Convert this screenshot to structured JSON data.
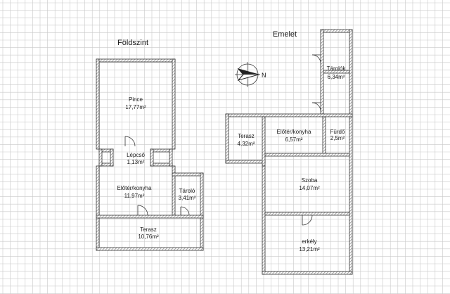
{
  "floors": {
    "ground": {
      "title": "Földszint",
      "rooms": [
        {
          "name": "Pince",
          "area": "17,77m²"
        },
        {
          "name": "Lépcső",
          "area": "1,13m²"
        },
        {
          "name": "Előtér/konyha",
          "area": "11,97m²"
        },
        {
          "name": "Tároló",
          "area": "3,41m²"
        },
        {
          "name": "Terasz",
          "area": "10,76m²"
        }
      ]
    },
    "upper": {
      "title": "Emelet",
      "rooms": [
        {
          "name": "Tárolók",
          "area": "6,34m²"
        },
        {
          "name": "Terasz",
          "area": "4,32m²"
        },
        {
          "name": "Előtér/konyha",
          "area": "6,57m²"
        },
        {
          "name": "Fürdő",
          "area": "2,5m²"
        },
        {
          "name": "Szoba",
          "area": "14,07m²"
        },
        {
          "name": "erkély",
          "area": "13,21m²"
        }
      ]
    }
  },
  "compass": {
    "label": "N",
    "icon": "compass-north-icon"
  },
  "colors": {
    "grid": "#c9c9c9",
    "wall": "#3a3a3a",
    "wall_hatch": "#9a9a9a",
    "door": "#333333"
  }
}
